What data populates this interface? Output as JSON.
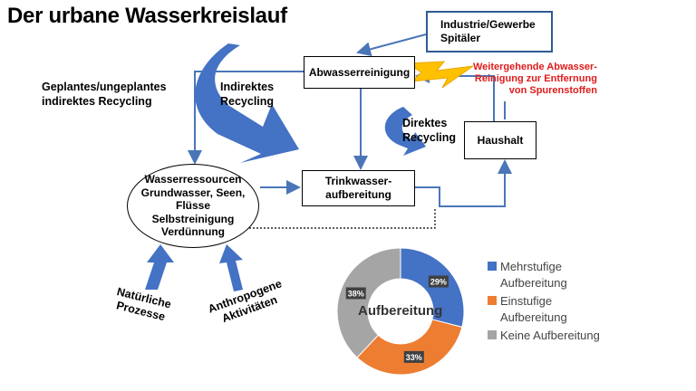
{
  "title": "Der urbane Wasserkreislauf",
  "boxes": {
    "industrie": "Industrie/Gewerbe\nSpitäler",
    "abwasser": "Abwasserreinigung",
    "haushalt": "Haushalt",
    "trinkwasser": "Trinkwasser-\naufbereitung"
  },
  "ellipse_text": "Wasserressourcen\nGrundwasser, Seen,\nFlüsse\nSelbstreinigung\nVerdünnung",
  "labels": {
    "geplant": "Geplantes/ungeplantes\nindirektes Recycling",
    "indirekt": "Indirektes\nRecycling",
    "direkt": "Direktes\nRecycling",
    "weitergehend": "Weitergehende Abwasser-\nReinigung zur Entfernung\nvon Spurenstoffen",
    "natuerlich": "Natürliche\nProzesse",
    "anthropogen": "Anthropogene\nAktivitäten"
  },
  "colors": {
    "arrow": "#4472c4",
    "line": "#4a76b8",
    "bolt": "#ffc000",
    "red_text": "#e01b1b"
  },
  "chart_data": {
    "type": "pie",
    "title": "Aufbereitung",
    "categories": [
      "Mehrstufige Aufbereitung",
      "Einstufige Aufbereitung",
      "Keine Aufbereitung"
    ],
    "values": [
      29,
      33,
      38
    ],
    "value_labels": [
      "29%",
      "33%",
      "38%"
    ],
    "colors": [
      "#4472c4",
      "#ed7d31",
      "#a5a5a5"
    ],
    "donut": true,
    "legend_position": "right"
  }
}
